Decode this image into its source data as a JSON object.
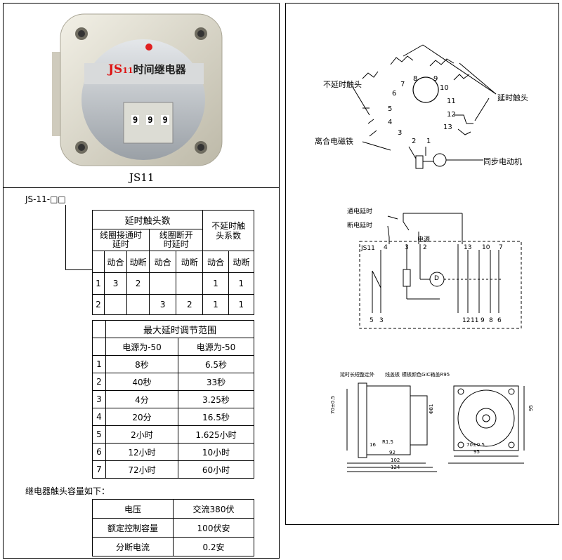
{
  "product": {
    "face_brand": "JS",
    "face_brand_sub": "11",
    "face_title": "时间继电器",
    "dial_digits": [
      "9",
      "9",
      "9"
    ],
    "caption": "JS11"
  },
  "model_code": "JS-11-□□",
  "contact_table": {
    "delay_header": "延时触头数",
    "delay_on_header": "线圈接通时延时",
    "delay_off_header": "线圈断开时延时",
    "instant_header": "不延时触头系数",
    "sub_labels": [
      "动合",
      "动断",
      "动合",
      "动断",
      "动合",
      "动断"
    ],
    "rows": [
      {
        "id": "1",
        "cells": [
          "3",
          "2",
          "",
          "",
          "1",
          "1"
        ]
      },
      {
        "id": "2",
        "cells": [
          "",
          "",
          "3",
          "2",
          "1",
          "1"
        ]
      }
    ]
  },
  "range_table": {
    "title": "最大延时调节范围",
    "col_a": "电源为-50",
    "col_b": "电源为-50",
    "rows": [
      {
        "id": "1",
        "a": "8秒",
        "b": "6.5秒"
      },
      {
        "id": "2",
        "a": "40秒",
        "b": "33秒"
      },
      {
        "id": "3",
        "a": "4分",
        "b": "3.25秒"
      },
      {
        "id": "4",
        "a": "20分",
        "b": "16.5秒"
      },
      {
        "id": "5",
        "a": "2小时",
        "b": "1.625小时"
      },
      {
        "id": "6",
        "a": "12小时",
        "b": "10小时"
      },
      {
        "id": "7",
        "a": "72小时",
        "b": "60小时"
      }
    ]
  },
  "capacity": {
    "heading": "继电器触头容量如下：",
    "rows": [
      {
        "label": "电压",
        "value": "交流380伏"
      },
      {
        "label": "额定控制容量",
        "value": "100伏安"
      },
      {
        "label": "分断电流",
        "value": "0.2安"
      }
    ]
  },
  "wiring": {
    "label_instant": "不延时触头",
    "label_delay": "延时触头",
    "label_clutch": "离合电磁铁",
    "label_motor": "同步电动机",
    "pins": [
      "1",
      "2",
      "3",
      "4",
      "5",
      "6",
      "7",
      "8",
      "9",
      "10",
      "11",
      "12",
      "13"
    ]
  },
  "circuit": {
    "label_on_delay": "通电延时",
    "label_off_delay": "断电延时",
    "label_power": "电源",
    "label_model": "JS11",
    "top_pins": [
      "4",
      "3",
      "2",
      "13",
      "10",
      "7"
    ],
    "bottom_pins": [
      "5",
      "3",
      "12",
      "11",
      "9",
      "8",
      "6"
    ],
    "motor": "D"
  },
  "dimensions": {
    "label_a": "延时长短整定外",
    "label_b": "线盖板",
    "label_c": "模板颜色GIC箱盖R95",
    "dim_left": "70±0.5",
    "dim_phi": "Φ81",
    "dim_r": "R1.5",
    "dim_16": "16",
    "dim_92": "92",
    "dim_102": "102",
    "dim_124": "124",
    "dim_front_w": "70±0.5",
    "dim_95w": "95",
    "dim_95h": "95"
  }
}
